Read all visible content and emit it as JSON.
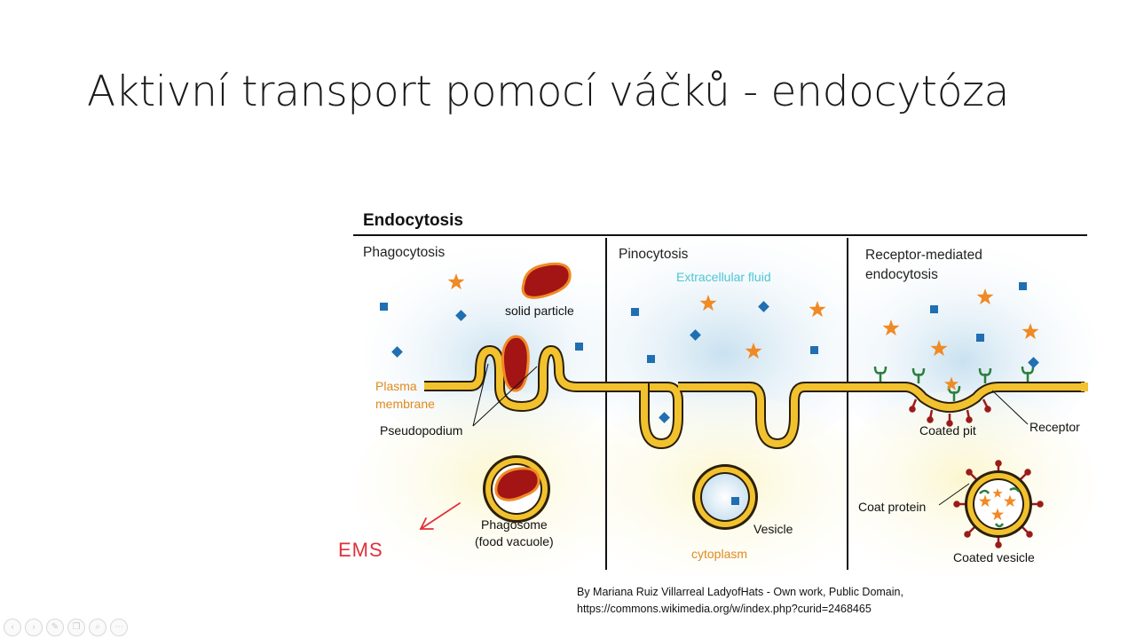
{
  "slide": {
    "title": "Aktivní transport pomocí váčků - endocytóza"
  },
  "diagram": {
    "heading": "Endocytosis",
    "columns": {
      "phago": "Phagocytosis",
      "pino": "Pinocytosis",
      "receptor_line1": "Receptor-mediated",
      "receptor_line2": "endocytosis"
    },
    "labels": {
      "solid_particle": "solid particle",
      "plasma_line1": "Plasma",
      "plasma_line2": "membrane",
      "pseudopodium": "Pseudopodium",
      "phagosome_line1": "Phagosome",
      "phagosome_line2": "(food vacuole)",
      "extracellular": "Extracellular fluid",
      "vesicle": "Vesicle",
      "cytoplasm": "cytoplasm",
      "coated_pit": "Coated pit",
      "receptor": "Receptor",
      "coat_protein": "Coat protein",
      "coated_vesicle": "Coated vesicle"
    },
    "colors": {
      "membrane": "#f2c12e",
      "membrane_outline": "#2a1f0a",
      "particle": "#a31414",
      "star": "#f08a24",
      "square": "#1f6fb2",
      "orange_text": "#e08a1e",
      "cyan_text": "#4cc6d6",
      "receptor_green": "#2a7f3a",
      "coat_red": "#9b1b1b"
    }
  },
  "annotation": {
    "handwritten": "EMS",
    "color": "#e0303a"
  },
  "credit": {
    "line1": "By Mariana Ruiz Villarreal LadyofHats - Own work, Public Domain,",
    "line2": "https://commons.wikimedia.org/w/index.php?curid=2468465"
  },
  "nav": {
    "icons": [
      "prev-icon",
      "next-icon",
      "pen-icon",
      "copy-icon",
      "zoom-icon",
      "more-icon"
    ],
    "glyphs": [
      "‹",
      "›",
      "✎",
      "❐",
      "⌕",
      "⋯"
    ]
  }
}
